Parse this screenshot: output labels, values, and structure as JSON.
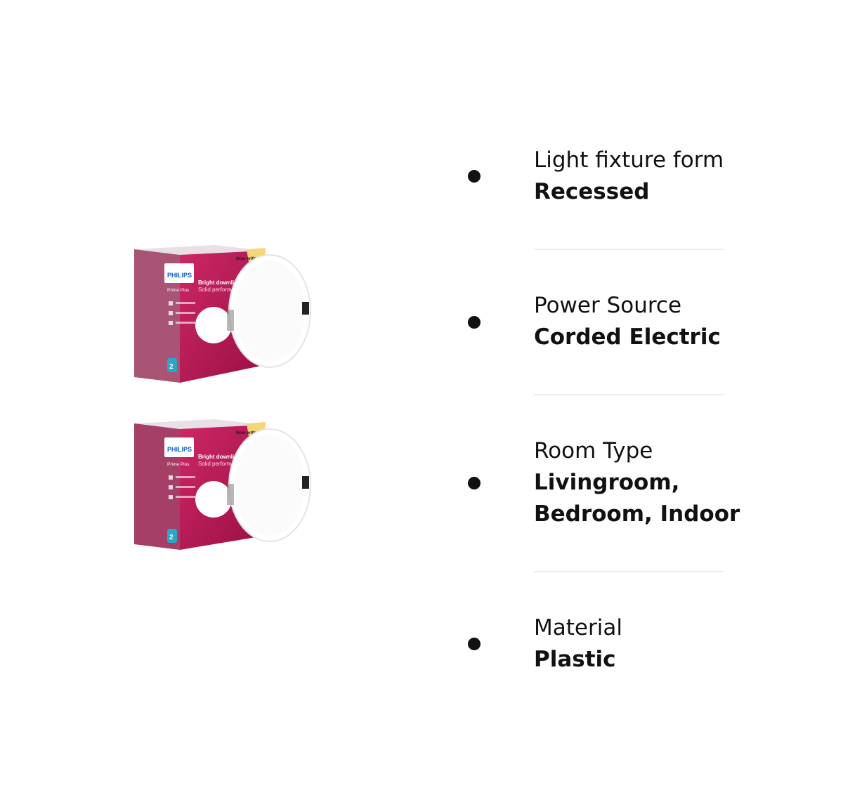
{
  "product_image": {
    "brand": "PHILIPS",
    "line": "Prime Plus",
    "tagline_1": "Bright downlights",
    "tagline_2": "Solid performance",
    "badge": "Now with 100l",
    "warranty": "2",
    "box_color": "#b3124f"
  },
  "specs": [
    {
      "label": "Light fixture form",
      "value": "Recessed"
    },
    {
      "label": "Power Source",
      "value": "Corded Electric"
    },
    {
      "label": "Room Type",
      "value": "Livingroom, Bedroom, Indoor"
    },
    {
      "label": "Material",
      "value": "Plastic"
    }
  ]
}
